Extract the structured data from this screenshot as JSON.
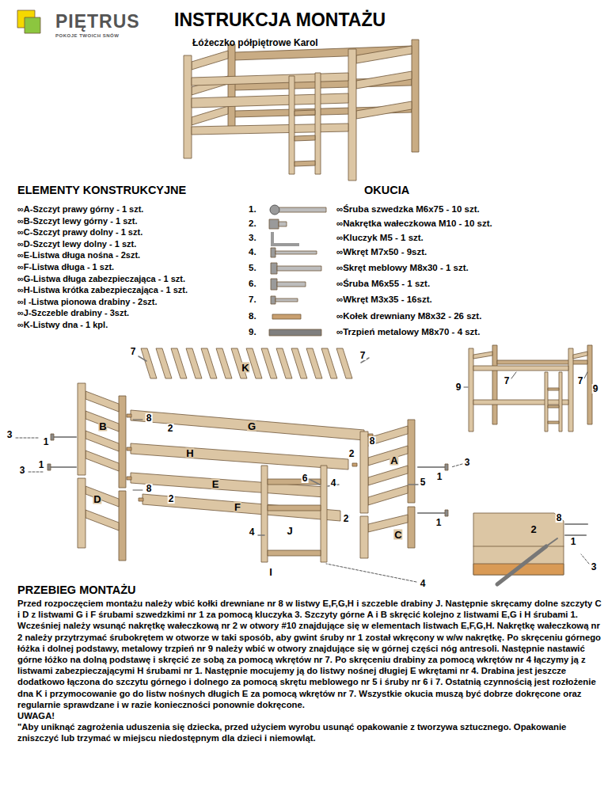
{
  "diagram": {
    "title": "INSTRUKCJA MONTAŻU",
    "labels": [
      "PIĘTRUS",
      "POKOJE TWOICH SNÓW",
      "Łóżeczko półpiętrowe Karol",
      "ELEMENTY KONSTRUKCYJNE",
      "∞A-Szczyt prawy górny - 1 szt.",
      "∞B-Szczyt lewy górny - 1 szt.",
      "∞C-Szczyt prawy dolny - 1 szt.",
      "∞D-Szczyt lewy dolny - 1 szt.",
      "∞E-Listwa długa nośna - 2szt.",
      "∞F-Listwa długa - 1 szt.",
      "∞G-Listwa długa zabezpieczająca - 1 szt.",
      "∞H-Listwa krótka zabezpieczająca - 1 szt.",
      "∞I -Listwa pionowa drabiny - 2szt.",
      "∞J-Szczeble drabiny - 3szt.",
      "∞K-Listwy dna - 1 kpl.",
      "OKUCIA",
      "1.",
      "2.",
      "3.",
      "4.",
      "5.",
      "6.",
      "7.",
      "8.",
      "9.",
      "∞Śruba szwedzka M6x75 - 10 szt.",
      "∞Nakrętka wałeczkowa M10 - 10 szt.",
      "∞Kluczyk M5 - 1 szt.",
      "∞Wkręt M7x50 - 9szt.",
      "∞Skręt meblowy M8x30 - 1 szt.",
      "∞Śruba M6x55 - 1 szt.",
      "∞Wkręt M3x35 - 16szt.",
      "∞Kołek drewniany M8x32 - 26 szt.",
      "∞Trzpień metalowy M8x70 - 4 szt.",
      "7",
      "K",
      "7",
      "9",
      "7",
      "7",
      "9",
      "8",
      "B",
      "2",
      "G",
      "3",
      "1",
      "8",
      "2",
      "H",
      "A",
      "3",
      "1",
      "3",
      "E",
      "6",
      "4",
      "1",
      "5",
      "8",
      "D",
      "2",
      "F",
      "2",
      "8",
      "1",
      "2",
      "4",
      "C",
      "J",
      "1",
      "3",
      "I",
      "4",
      "PRZEBIEG MONTAŻU",
      "Przed rozpoczęciem montażu należy wbić kołki drewniane nr 8 w listwy E,F,G,H i szczeble drabiny J. Następnie skręcamy dolne szczyty C i D z listwami G i F śrubami szwedzkimi nr 1 za pomocą kluczyka 3. Szczyty górne A i B skręcić kolejno z listwami E,G i H śrubami 1. Wcześniej należy wsunąć nakrętkę wałeczkową nr 2 w otwory #10 znajdujące się w elementach listwach E,F,G,H. Nakrętkę wałeczkową nr 2 należy przytrzymać śrubokrętem w otworze w taki sposób, aby gwint śruby nr 1 został wkręcony w w/w nakrętkę. Po skręceniu górnego łóżka i dolnej podstawy, metalowy trzpień nr 9 należy wbić w otwory znajdujące się w górnej części nóg antresoli. Następnie nastawić górne łóżko na dolną podstawę i skręcić ze sobą za pomocą wkrętów nr 7. Po skręceniu drabiny za pomocą wkrętów nr 4 łączymy ją z listwami zabezpieczającymi H śrubami nr 1. Następnie mocujemy ją do listwy nośnej długiej E wkrętami nr 4. Drabina jest jeszcze dodatkowo łączona do szczytu górnego i dolnego za pomocą skrętu meblowego nr 5 i śruby nr 6 i 7. Ostatnią czynnością jest rozłożenie dna K i przymocowanie go do listw nośnych długich E za pomocą wkrętów nr 7. Wszystkie okucia muszą być dobrze dokręcone oraz regularnie sprawdzane i w razie konieczności ponownie dokręcone.",
      "UWAGA!",
      "\"Aby uniknąć zagrożenia uduszenia się dziecka, przed użyciem wyrobu usunąć opakowanie z tworzywa sztucznego. Opakowanie zniszczyć lub trzymać w miejscu niedostępnym dla dzieci i niemowląt."
    ]
  }
}
